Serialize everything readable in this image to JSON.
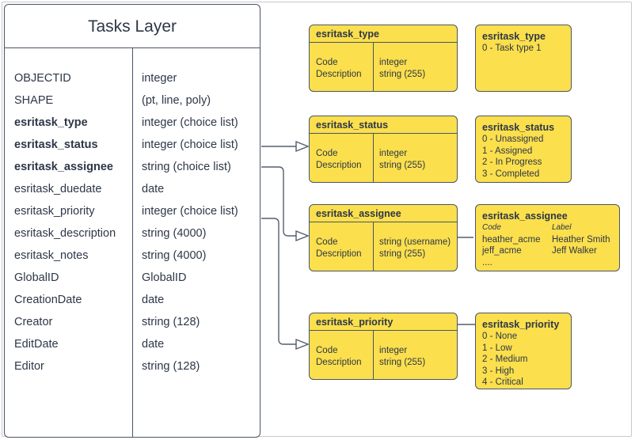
{
  "entity": {
    "title": "Tasks Layer",
    "fields": [
      {
        "name": "OBJECTID",
        "type": "integer",
        "bold": false
      },
      {
        "name": "SHAPE",
        "type": "(pt, line, poly)",
        "bold": false
      },
      {
        "name": "esritask_type",
        "type": "integer (choice list)",
        "bold": true
      },
      {
        "name": "esritask_status",
        "type": "integer (choice list)",
        "bold": true
      },
      {
        "name": "esritask_assignee",
        "type": "string (choice list)",
        "bold": true
      },
      {
        "name": "esritask_duedate",
        "type": "date",
        "bold": false
      },
      {
        "name": "esritask_priority",
        "type": "integer (choice list)",
        "bold": false
      },
      {
        "name": "esritask_description",
        "type": "string (4000)",
        "bold": false
      },
      {
        "name": "esritask_notes",
        "type": "string (4000)",
        "bold": false
      },
      {
        "name": "GlobalID",
        "type": "GlobalID",
        "bold": false
      },
      {
        "name": "CreationDate",
        "type": "date",
        "bold": false
      },
      {
        "name": "Creator",
        "type": "string (128)",
        "bold": false
      },
      {
        "name": "EditDate",
        "type": "date",
        "bold": false
      },
      {
        "name": "Editor",
        "type": "string (128)",
        "bold": false
      }
    ]
  },
  "tables": [
    {
      "title": "esritask_type",
      "left_col": [
        "Code",
        "Description"
      ],
      "right_col": [
        "integer",
        "string (255)"
      ]
    },
    {
      "title": "esritask_status",
      "left_col": [
        "Code",
        "Description"
      ],
      "right_col": [
        "integer",
        "string (255)"
      ]
    },
    {
      "title": "esritask_assignee",
      "left_col": [
        "Code",
        "Description"
      ],
      "right_col": [
        "string  (username)",
        "string (255)"
      ]
    },
    {
      "title": "esritask_priority",
      "left_col": [
        "Code",
        "Description"
      ],
      "right_col": [
        "integer",
        "string (255)"
      ]
    }
  ],
  "domains": [
    {
      "title": "esritask_type",
      "lines": [
        "0 - Task type 1"
      ]
    },
    {
      "title": "esritask_status",
      "lines": [
        "0 - Unassigned",
        "1 - Assigned",
        "2 - In Progress",
        "3 - Completed"
      ]
    },
    {
      "title": "esritask_assignee",
      "header": {
        "code": "Code",
        "label": "Label"
      },
      "rows": [
        {
          "code": "heather_acme",
          "label": "Heather Smith"
        },
        {
          "code": "jeff_acme",
          "label": "Jeff Walker"
        },
        {
          "code": "....",
          "label": ""
        }
      ]
    },
    {
      "title": "esritask_priority",
      "lines": [
        "0 - None",
        "1 - Low",
        "2 - Medium",
        "3 - High",
        "4 - Critical"
      ]
    }
  ],
  "colors": {
    "domain_yellow": "#fbdf4c",
    "border_dark": "#4a5568",
    "frame_gray": "#c9c9c9",
    "text": "#2d3748"
  }
}
